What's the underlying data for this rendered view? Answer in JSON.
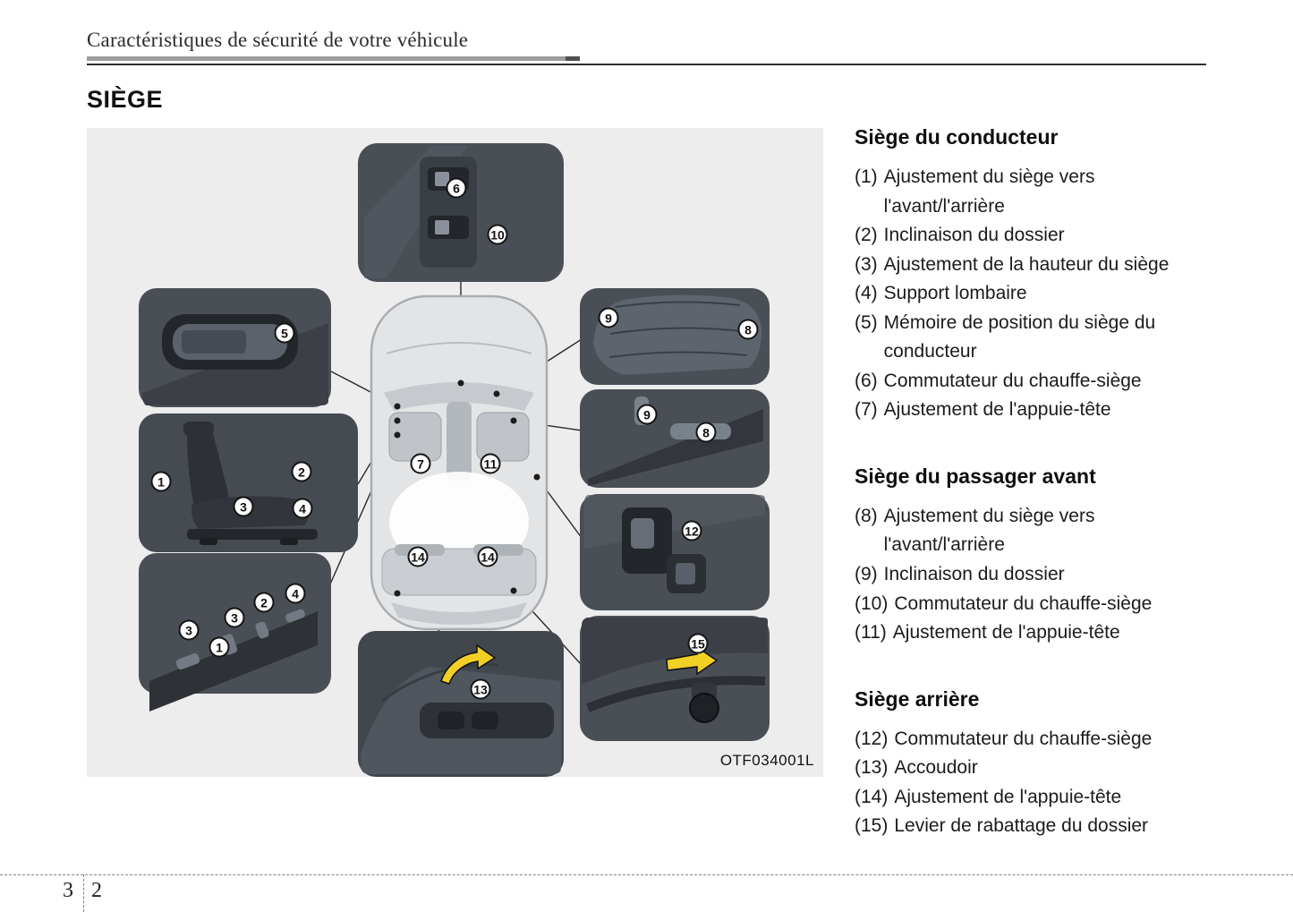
{
  "page": {
    "header": "Caractéristiques de sécurité de votre véhicule",
    "section_title": "SIÈGE",
    "footer": {
      "chapter": "3",
      "page": "2"
    }
  },
  "diagram": {
    "code": "OTF034001L",
    "callouts": [
      {
        "label": "6"
      },
      {
        "label": "10"
      },
      {
        "label": "5"
      },
      {
        "label": "1"
      },
      {
        "label": "2"
      },
      {
        "label": "3"
      },
      {
        "label": "4"
      },
      {
        "label": "3"
      },
      {
        "label": "3"
      },
      {
        "label": "2"
      },
      {
        "label": "4"
      },
      {
        "label": "1"
      },
      {
        "label": "7"
      },
      {
        "label": "11"
      },
      {
        "label": "14"
      },
      {
        "label": "14"
      },
      {
        "label": "9"
      },
      {
        "label": "8"
      },
      {
        "label": "9"
      },
      {
        "label": "8"
      },
      {
        "label": "12"
      },
      {
        "label": "15"
      },
      {
        "label": "13"
      }
    ]
  },
  "sections": [
    {
      "title": "Siège du conducteur",
      "items": [
        {
          "num": "(1)",
          "text": "Ajustement du siège vers l'avant/l'arrière"
        },
        {
          "num": "(2)",
          "text": "Inclinaison du dossier"
        },
        {
          "num": "(3)",
          "text": "Ajustement de la hauteur du siège"
        },
        {
          "num": "(4)",
          "text": "Support lombaire"
        },
        {
          "num": "(5)",
          "text": "Mémoire de position du siège du conducteur"
        },
        {
          "num": "(6)",
          "text": "Commutateur du chauffe-siège"
        },
        {
          "num": "(7)",
          "text": "Ajustement de l'appuie-tête"
        }
      ]
    },
    {
      "title": "Siège du passager avant",
      "items": [
        {
          "num": "(8)",
          "text": "Ajustement du siège vers l'avant/l'arrière"
        },
        {
          "num": "(9)",
          "text": "Inclinaison du dossier"
        },
        {
          "num": "(10)",
          "text": "Commutateur du chauffe-siège"
        },
        {
          "num": "(11)",
          "text": "Ajustement de l'appuie-tête"
        }
      ]
    },
    {
      "title": "Siège arrière",
      "items": [
        {
          "num": "(12)",
          "text": "Commutateur du chauffe-siège"
        },
        {
          "num": "(13)",
          "text": "Accoudoir"
        },
        {
          "num": "(14)",
          "text": "Ajustement de l'appuie-tête"
        },
        {
          "num": "(15)",
          "text": "Levier de rabattage du dossier"
        }
      ]
    }
  ]
}
